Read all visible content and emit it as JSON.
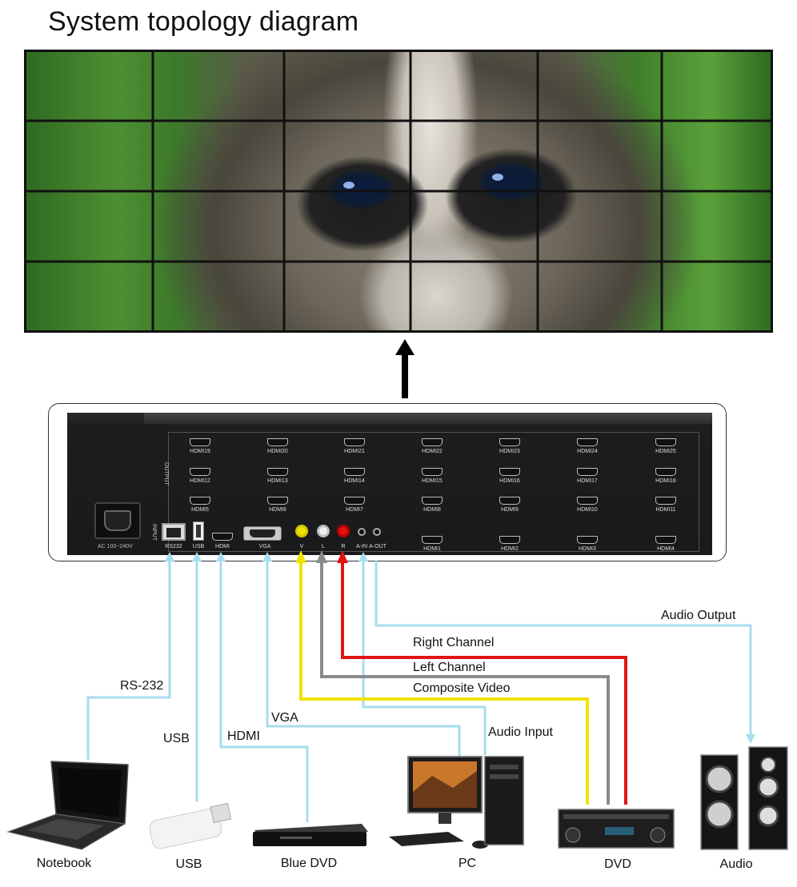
{
  "title": "System topology diagram",
  "colors": {
    "cable_blue": "#a7dcef",
    "yellow": "#f2e200",
    "gray": "#8a8a8a",
    "red": "#e01414",
    "black": "#000000"
  },
  "output_panel_label": "OUTPUT",
  "input_panel_label": "INPUT",
  "power_label": "AC 100~240V",
  "output_ports": {
    "row1": [
      "HDMI19",
      "HDMI20",
      "HDMI21",
      "HDMI22",
      "HDMI23",
      "HDMI24",
      "HDMI25"
    ],
    "row2": [
      "HDMI12",
      "HDMI13",
      "HDMI14",
      "HDMI15",
      "HDMI16",
      "HDMI17",
      "HDMI18"
    ],
    "row3": [
      "HDMI5",
      "HDMI6",
      "HDMI7",
      "HDMI8",
      "HDMI9",
      "HDMI10",
      "HDMI11"
    ],
    "row4": [
      "HDMI1",
      "HDMI2",
      "HDMI3",
      "HDMI4"
    ]
  },
  "input_ports": [
    "RS232",
    "USB",
    "HDMI",
    "VGA",
    "V",
    "L",
    "R",
    "A-IN",
    "A-OUT"
  ],
  "cables": {
    "rs232": "RS-232",
    "usb": "USB",
    "hdmi": "HDMI",
    "vga": "VGA",
    "audio_input": "Audio Input",
    "composite_video": "Composite Video",
    "left_channel": "Left Channel",
    "right_channel": "Right Channel",
    "audio_output": "Audio Output"
  },
  "devices": [
    "Notebook",
    "USB",
    "Blue DVD",
    "PC",
    "DVD",
    "Audio"
  ]
}
